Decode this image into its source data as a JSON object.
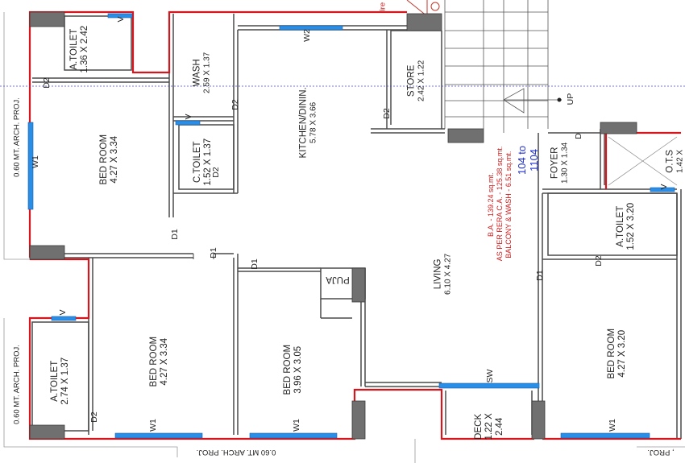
{
  "rooms": {
    "toilet_top": {
      "name": "A.TOILET",
      "size": "1.36 X 2.42"
    },
    "wash": {
      "name": "WASH",
      "size": "2.59 X 1.37"
    },
    "kitchen": {
      "name": "KITCHEN/DININ.",
      "size": "5.78 X 3.66"
    },
    "store": {
      "name": "STORE",
      "size": "2.42 X 1.22"
    },
    "bed_left": {
      "name": "BED ROOM",
      "size": "4.27 X 3.34"
    },
    "c_toilet": {
      "name": "C.TOILET",
      "size": "1.52 X 1.37"
    },
    "foyer": {
      "name": "FOYER",
      "size": "1.30 X 1.34"
    },
    "ots": {
      "name": "O.T.S",
      "size": "1.42 X"
    },
    "toilet_right": {
      "name": "A.TOILET",
      "size": "1.52 X 3.20"
    },
    "living": {
      "name": "LIVING",
      "size": "6.10 X 4.27"
    },
    "bed_mid": {
      "name": "BED ROOM",
      "size": "4.27 X 3.34"
    },
    "bed_center": {
      "name": "BED ROOM",
      "size": "3.96 X 3.05"
    },
    "toilet_bottom": {
      "name": "A.TOILET",
      "size": "2.74 X 1.37"
    },
    "deck": {
      "name": "DECK",
      "size_a": "1.22 X",
      "size_b": "2.44"
    },
    "bed_right": {
      "name": "BED ROOM",
      "size": "4.27 X 3.20"
    },
    "puja": {
      "name": "PUJA"
    }
  },
  "tags": {
    "w2": "W2",
    "w1": "W1",
    "sw": "SW",
    "d1": "D1",
    "d2": "D2",
    "d": "D",
    "v": "V",
    "up": "UP"
  },
  "annotations": {
    "arch_proj_1": "0.60 MT. ARCH. PROJ.",
    "arch_proj_2": "0.60 MT. ARCH. PROJ.",
    "arch_proj_bottom": "0.60 MT. ARCH. PROJ.",
    "arch_proj_corner": ", PROJ.",
    "fire": "fire"
  },
  "area": {
    "ba": "B.A. - 139.24 sq.mt.",
    "rera": "AS PER RERA C.A. - 125.38 sq.mt.",
    "balcony": "BALCONY & WASH - 6.51 sq.mt.",
    "unit_a": "104 to",
    "unit_b": "1104"
  },
  "colors": {
    "wall": "#444444",
    "boundary": "#d6161c",
    "window": "#2a8ee6",
    "column": "#6e6e6e",
    "grid_line": "#4a4ab8",
    "area_text": "#d01c1c",
    "unit_text": "#1f2fd0"
  }
}
